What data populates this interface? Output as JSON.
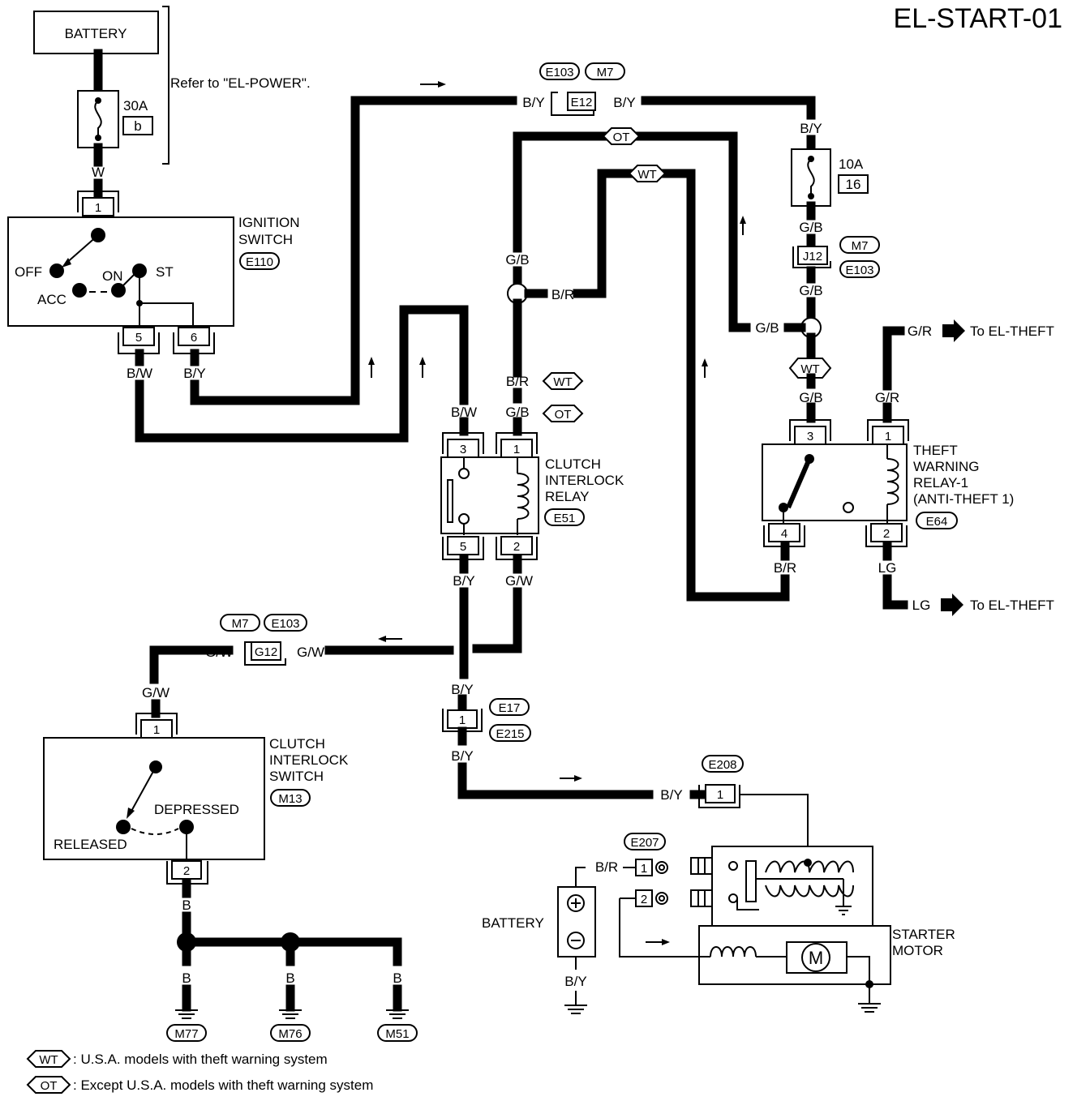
{
  "title": "EL-START-01",
  "refer_note": "Refer to \"EL-POWER\".",
  "battery_top": {
    "label": "BATTERY",
    "fuse_rating": "30A",
    "fuse_id": "b"
  },
  "fuse_10a": {
    "rating": "10A",
    "id": "16"
  },
  "ignition_switch": {
    "name": [
      "IGNITION",
      "SWITCH"
    ],
    "connector": "E110",
    "positions": {
      "off": "OFF",
      "acc": "ACC",
      "on": "ON",
      "st": "ST"
    },
    "pins": [
      "1",
      "5",
      "6"
    ]
  },
  "clutch_relay": {
    "name": [
      "CLUTCH",
      "INTERLOCK",
      "RELAY"
    ],
    "connector": "E51",
    "pins": [
      "3",
      "1",
      "5",
      "2"
    ]
  },
  "theft_relay": {
    "name": [
      "THEFT",
      "WARNING",
      "RELAY-1",
      "(ANTI-THEFT 1)"
    ],
    "connector": "E64",
    "pins": [
      "3",
      "1",
      "4",
      "2"
    ]
  },
  "clutch_switch": {
    "name": [
      "CLUTCH",
      "INTERLOCK",
      "SWITCH"
    ],
    "connector": "M13",
    "released": "RELEASED",
    "depressed": "DEPRESSED",
    "pins": [
      "1",
      "2"
    ]
  },
  "starter": {
    "name": [
      "STARTER",
      "MOTOR"
    ],
    "motor_symbol": "M",
    "battery_label": "BATTERY",
    "term_connector": "E208",
    "term_pin": "1",
    "batt_connector": "E207",
    "batt_pins": [
      "1",
      "2"
    ]
  },
  "joints": {
    "e12": {
      "id": "E12",
      "tags": [
        "E103",
        "M7"
      ]
    },
    "j12": {
      "id": "J12",
      "tags": [
        "M7",
        "E103"
      ]
    },
    "g12": {
      "id": "G12",
      "tags": [
        "M7",
        "E103"
      ]
    },
    "e17": {
      "pin": "1",
      "tags": [
        "E17",
        "E215"
      ]
    }
  },
  "wires": {
    "w": "W",
    "bw": "B/W",
    "by": "B/Y",
    "gb": "G/B",
    "br": "B/R",
    "gr": "G/R",
    "lg": "LG",
    "gw": "G/W",
    "b": "B"
  },
  "option_tags": {
    "wt": "WT",
    "ot": "OT"
  },
  "to_theft": "To EL-THEFT",
  "grounds": [
    "M77",
    "M76",
    "M51"
  ],
  "legend": [
    {
      "tag": "WT",
      "text": ": U.S.A. models with theft warning system"
    },
    {
      "tag": "OT",
      "text": ": Except U.S.A. models with theft warning system"
    }
  ]
}
